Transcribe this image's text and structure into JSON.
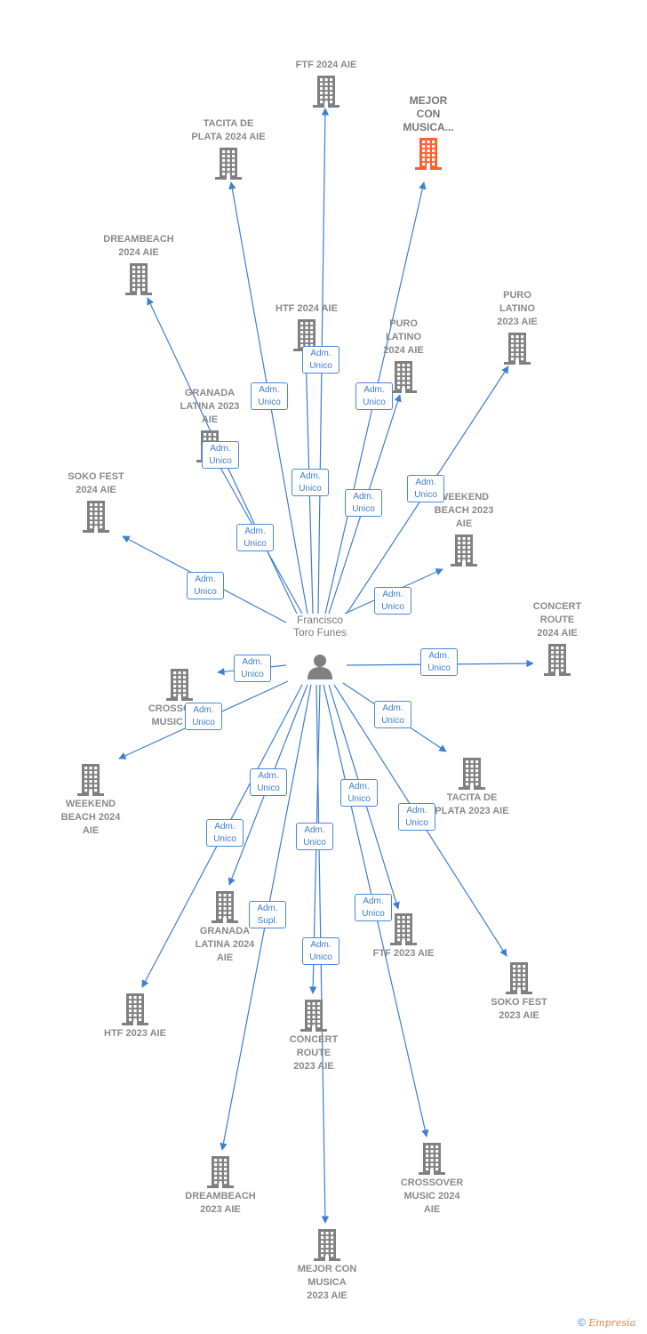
{
  "center": {
    "name": "Francisco\nToro Funes",
    "icon": "person-icon"
  },
  "colors": {
    "node": "#808080",
    "highlight": "#ff5f2c",
    "edge": "#3f7fd1",
    "label_text": "#8a8a8a"
  },
  "companies": [
    {
      "id": "ftf-2024",
      "label": "FTF 2024  AIE",
      "highlight": false
    },
    {
      "id": "mejor-con-musica",
      "label": "MEJOR\nCON\nMUSICA...",
      "highlight": true
    },
    {
      "id": "tacita-de-plata-2024",
      "label": "TACITA DE\nPLATA 2024  AIE",
      "highlight": false
    },
    {
      "id": "dreambeach-2024",
      "label": "DREAMBEACH\n2024  AIE",
      "highlight": false
    },
    {
      "id": "htf-2024",
      "label": "HTF 2024  AIE",
      "highlight": false
    },
    {
      "id": "puro-latino-2024",
      "label": "PURO\nLATINO\n2024  AIE",
      "highlight": false
    },
    {
      "id": "puro-latino-2023",
      "label": "PURO\nLATINO\n2023  AIE",
      "highlight": false
    },
    {
      "id": "granada-latina-2023",
      "label": "GRANADA\nLATINA 2023\nAIE",
      "highlight": false
    },
    {
      "id": "soko-fest-2024",
      "label": "SOKO FEST\n2024  AIE",
      "highlight": false
    },
    {
      "id": "weekend-beach-2023",
      "label": "WEEKEND\nBEACH 2023\nAIE",
      "highlight": false
    },
    {
      "id": "concert-route-2024",
      "label": "CONCERT\nROUTE\n2024  AIE",
      "highlight": false
    },
    {
      "id": "crossover-music-2023",
      "label": "CROSSOVER\nMUSIC 2023",
      "highlight": false
    },
    {
      "id": "weekend-beach-2024",
      "label": "WEEKEND\nBEACH 2024\nAIE",
      "highlight": false
    },
    {
      "id": "tacita-de-plata-2023",
      "label": "TACITA DE\nPLATA 2023  AIE",
      "highlight": false
    },
    {
      "id": "granada-latina-2024",
      "label": "GRANADA\nLATINA 2024\nAIE",
      "highlight": false
    },
    {
      "id": "ftf-2023",
      "label": "FTF 2023  AIE",
      "highlight": false
    },
    {
      "id": "soko-fest-2023",
      "label": "SOKO FEST\n2023  AIE",
      "highlight": false
    },
    {
      "id": "htf-2023",
      "label": "HTF 2023  AIE",
      "highlight": false
    },
    {
      "id": "concert-route-2023",
      "label": "CONCERT\nROUTE\n2023  AIE",
      "highlight": false
    },
    {
      "id": "dreambeach-2023",
      "label": "DREAMBEACH\n2023  AIE",
      "highlight": false
    },
    {
      "id": "crossover-music-2024",
      "label": "CROSSOVER\nMUSIC 2024\nAIE",
      "highlight": false
    },
    {
      "id": "mejor-con-musica-2023",
      "label": "MEJOR CON\nMUSICA\n2023  AIE",
      "highlight": false
    }
  ],
  "relations": [
    {
      "target": "ftf-2024",
      "role": [
        "Adm.",
        "Unico"
      ]
    },
    {
      "target": "mejor-con-musica",
      "role": [
        "Adm.",
        "Unico"
      ]
    },
    {
      "target": "tacita-de-plata-2024",
      "role": [
        "Adm.",
        "Unico"
      ]
    },
    {
      "target": "dreambeach-2024",
      "role": [
        "Adm.",
        "Unico"
      ]
    },
    {
      "target": "htf-2024",
      "role": [
        "Adm.",
        "Unico"
      ]
    },
    {
      "target": "puro-latino-2024",
      "role": [
        "Adm.",
        "Unico"
      ]
    },
    {
      "target": "puro-latino-2023",
      "role": [
        "Adm.",
        "Unico"
      ]
    },
    {
      "target": "granada-latina-2023",
      "role": [
        "Adm.",
        "Unico"
      ]
    },
    {
      "target": "soko-fest-2024",
      "role": [
        "Adm.",
        "Unico"
      ]
    },
    {
      "target": "weekend-beach-2023",
      "role": [
        "Adm.",
        "Unico"
      ]
    },
    {
      "target": "concert-route-2024",
      "role": [
        "Adm.",
        "Unico"
      ]
    },
    {
      "target": "crossover-music-2023",
      "role": [
        "Adm.",
        "Unico"
      ]
    },
    {
      "target": "weekend-beach-2024",
      "role": [
        "Adm.",
        "Unico"
      ]
    },
    {
      "target": "tacita-de-plata-2023",
      "role": [
        "Adm.",
        "Unico"
      ]
    },
    {
      "target": "granada-latina-2024",
      "role": [
        "Adm.",
        "Unico"
      ]
    },
    {
      "target": "ftf-2023",
      "role": [
        "Adm.",
        "Unico"
      ]
    },
    {
      "target": "soko-fest-2023",
      "role": [
        "Adm.",
        "Unico"
      ]
    },
    {
      "target": "htf-2023",
      "role": [
        "Adm.",
        "Unico"
      ]
    },
    {
      "target": "concert-route-2023",
      "role": [
        "Adm.",
        "Unico"
      ]
    },
    {
      "target": "dreambeach-2023",
      "role": [
        "Adm.",
        "Supl."
      ]
    },
    {
      "target": "crossover-music-2024",
      "role": [
        "Adm.",
        "Unico"
      ]
    },
    {
      "target": "mejor-con-musica-2023",
      "role": [
        "Adm.",
        "Unico"
      ]
    }
  ],
  "footer": {
    "copyright": "©",
    "brand": "Empresia"
  }
}
